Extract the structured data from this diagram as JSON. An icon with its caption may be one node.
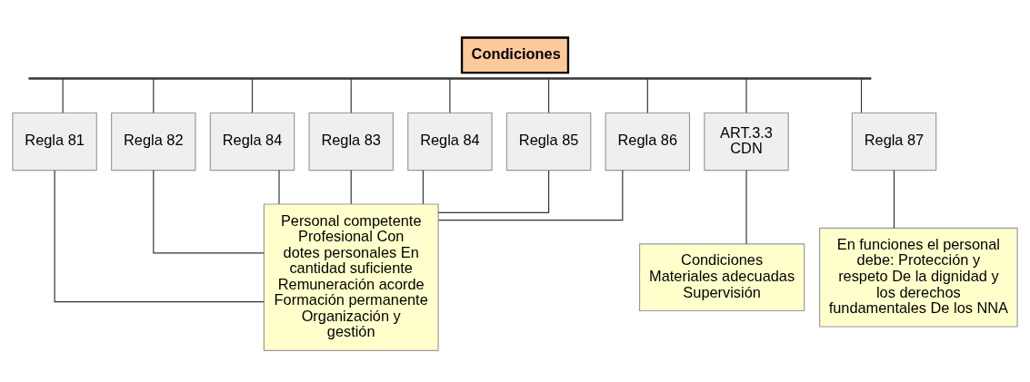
{
  "diagram": {
    "title": "Condiciones",
    "nodes": [
      {
        "text": [],
        "shape": "bar"
      },
      {
        "text": [
          "Regla 81"
        ]
      },
      {
        "text": [
          "Regla 82"
        ]
      },
      {
        "text": [
          "Regla 84"
        ]
      },
      {
        "text": [
          "Regla 83"
        ]
      },
      {
        "text": [
          "Regla 84"
        ]
      },
      {
        "text": [
          "Regla 85"
        ]
      },
      {
        "text": [
          "Regla 86"
        ]
      },
      {
        "text": [
          "ART.3.3 CDN"
        ]
      },
      {
        "text": [
          "Regla 87"
        ]
      },
      {
        "text": [
          "Personal competente Profesional Con dotes personales En cantidad suficiente Remuneración acorde Formación permanente Organización y gestión"
        ]
      },
      {
        "text": [
          "Condiciones Materiales adecuadas Supervisión"
        ]
      },
      {
        "text": [
          "En funciones el personal debe: Protección y respeto De la dignidad y los derechos fundamentales De los NNA"
        ]
      }
    ],
    "edges": [
      {
        "from": 0,
        "to": 1,
        "arrow": "none"
      },
      {
        "from": 0,
        "to": 2,
        "arrow": "none"
      },
      {
        "from": 0,
        "to": 3,
        "arrow": "none"
      },
      {
        "from": 0,
        "to": 4,
        "arrow": "none"
      },
      {
        "from": 0,
        "to": 5,
        "arrow": "none"
      },
      {
        "from": 0,
        "to": 6,
        "arrow": "none"
      },
      {
        "from": 0,
        "to": 7,
        "arrow": "none"
      },
      {
        "from": 0,
        "to": 8,
        "arrow": "none"
      },
      {
        "from": 0,
        "to": 9,
        "arrow": "none"
      },
      {
        "from": 1,
        "to": 10,
        "arrow": "none"
      },
      {
        "from": 2,
        "to": 10,
        "arrow": "none"
      },
      {
        "from": 3,
        "to": 10,
        "arrow": "none"
      },
      {
        "from": 4,
        "to": 10,
        "arrow": "none"
      },
      {
        "from": 5,
        "to": 10,
        "arrow": "none"
      },
      {
        "from": 6,
        "to": 10,
        "arrow": "none"
      },
      {
        "from": 7,
        "to": 10,
        "arrow": "none"
      },
      {
        "from": 8,
        "to": 11,
        "arrow": "none"
      },
      {
        "from": 9,
        "to": 12,
        "arrow": "none"
      }
    ]
  }
}
